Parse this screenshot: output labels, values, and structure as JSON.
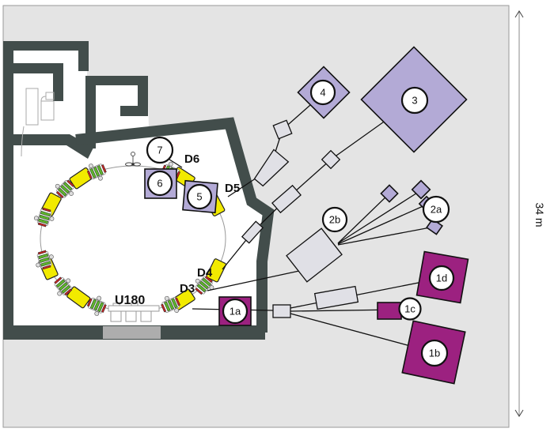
{
  "colors": {
    "background": "#e4e4e4",
    "border": "#999999",
    "wall": "#424d4b",
    "vault": "#ffffff",
    "hall_light_purple": "#b3aad6",
    "hall_magenta": "#9c2180",
    "element_gray": "#e0e0e6",
    "magnet_yellow": "#f2ea00",
    "quad_green": "#5db32d",
    "steer_red": "#c42525",
    "door_gray": "#adadad"
  },
  "labels": {
    "d3": "D3",
    "d4": "D4",
    "d5": "D5",
    "d6": "D6",
    "cyclotron": "U180",
    "dimension": "34 m"
  },
  "stations": [
    {
      "id": "7",
      "label": "7"
    },
    {
      "id": "6",
      "label": "6"
    },
    {
      "id": "5",
      "label": "5"
    },
    {
      "id": "4",
      "label": "4"
    },
    {
      "id": "3",
      "label": "3"
    },
    {
      "id": "2b",
      "label": "2b"
    },
    {
      "id": "2a",
      "label": "2a"
    },
    {
      "id": "1a",
      "label": "1a"
    },
    {
      "id": "1d",
      "label": "1d"
    },
    {
      "id": "1c",
      "label": "1c"
    },
    {
      "id": "1b",
      "label": "1b"
    }
  ]
}
